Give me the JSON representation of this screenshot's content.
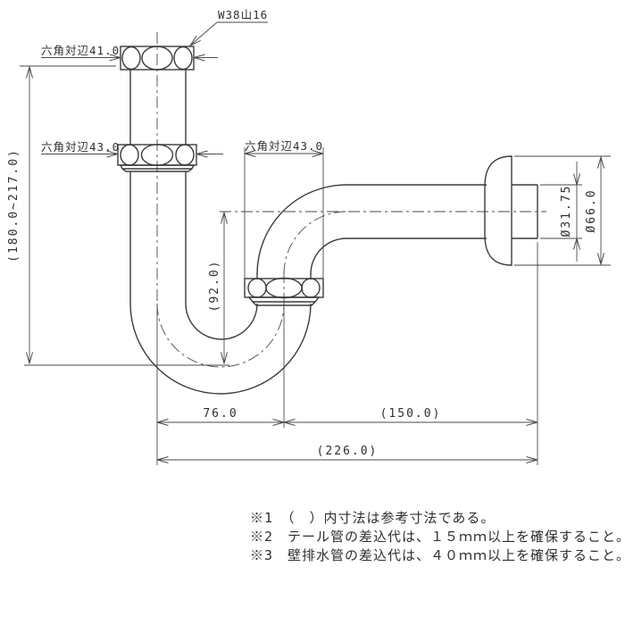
{
  "labels": {
    "thread_size": "W38山16",
    "hex_width_top": "六角対辺41.0",
    "hex_width_left": "六角対辺43.0",
    "hex_width_middle": "六角対辺43.0"
  },
  "dimensions": {
    "overall_height": "(180.0~217.0)",
    "seal_depth": "(92.0)",
    "tail_pipe_dia": "Ø31.75",
    "wall_flange_dia": "Ø66.0",
    "trap_offset": "76.0",
    "wall_pipe_length": "(150.0)",
    "overall_length": "(226.0)"
  },
  "notes": [
    "※1　（　）内寸法は参考寸法である。",
    "※2　テール管の差込代は、１５ｍｍ以上を確保すること。",
    "※3　壁排水管の差込代は、４０ｍｍ以上を確保すること。"
  ],
  "colors": {
    "object_line": "#3b3b3b",
    "thin_line": "#4a4a4a",
    "text": "#2f2f2f",
    "background": "#ffffff"
  }
}
